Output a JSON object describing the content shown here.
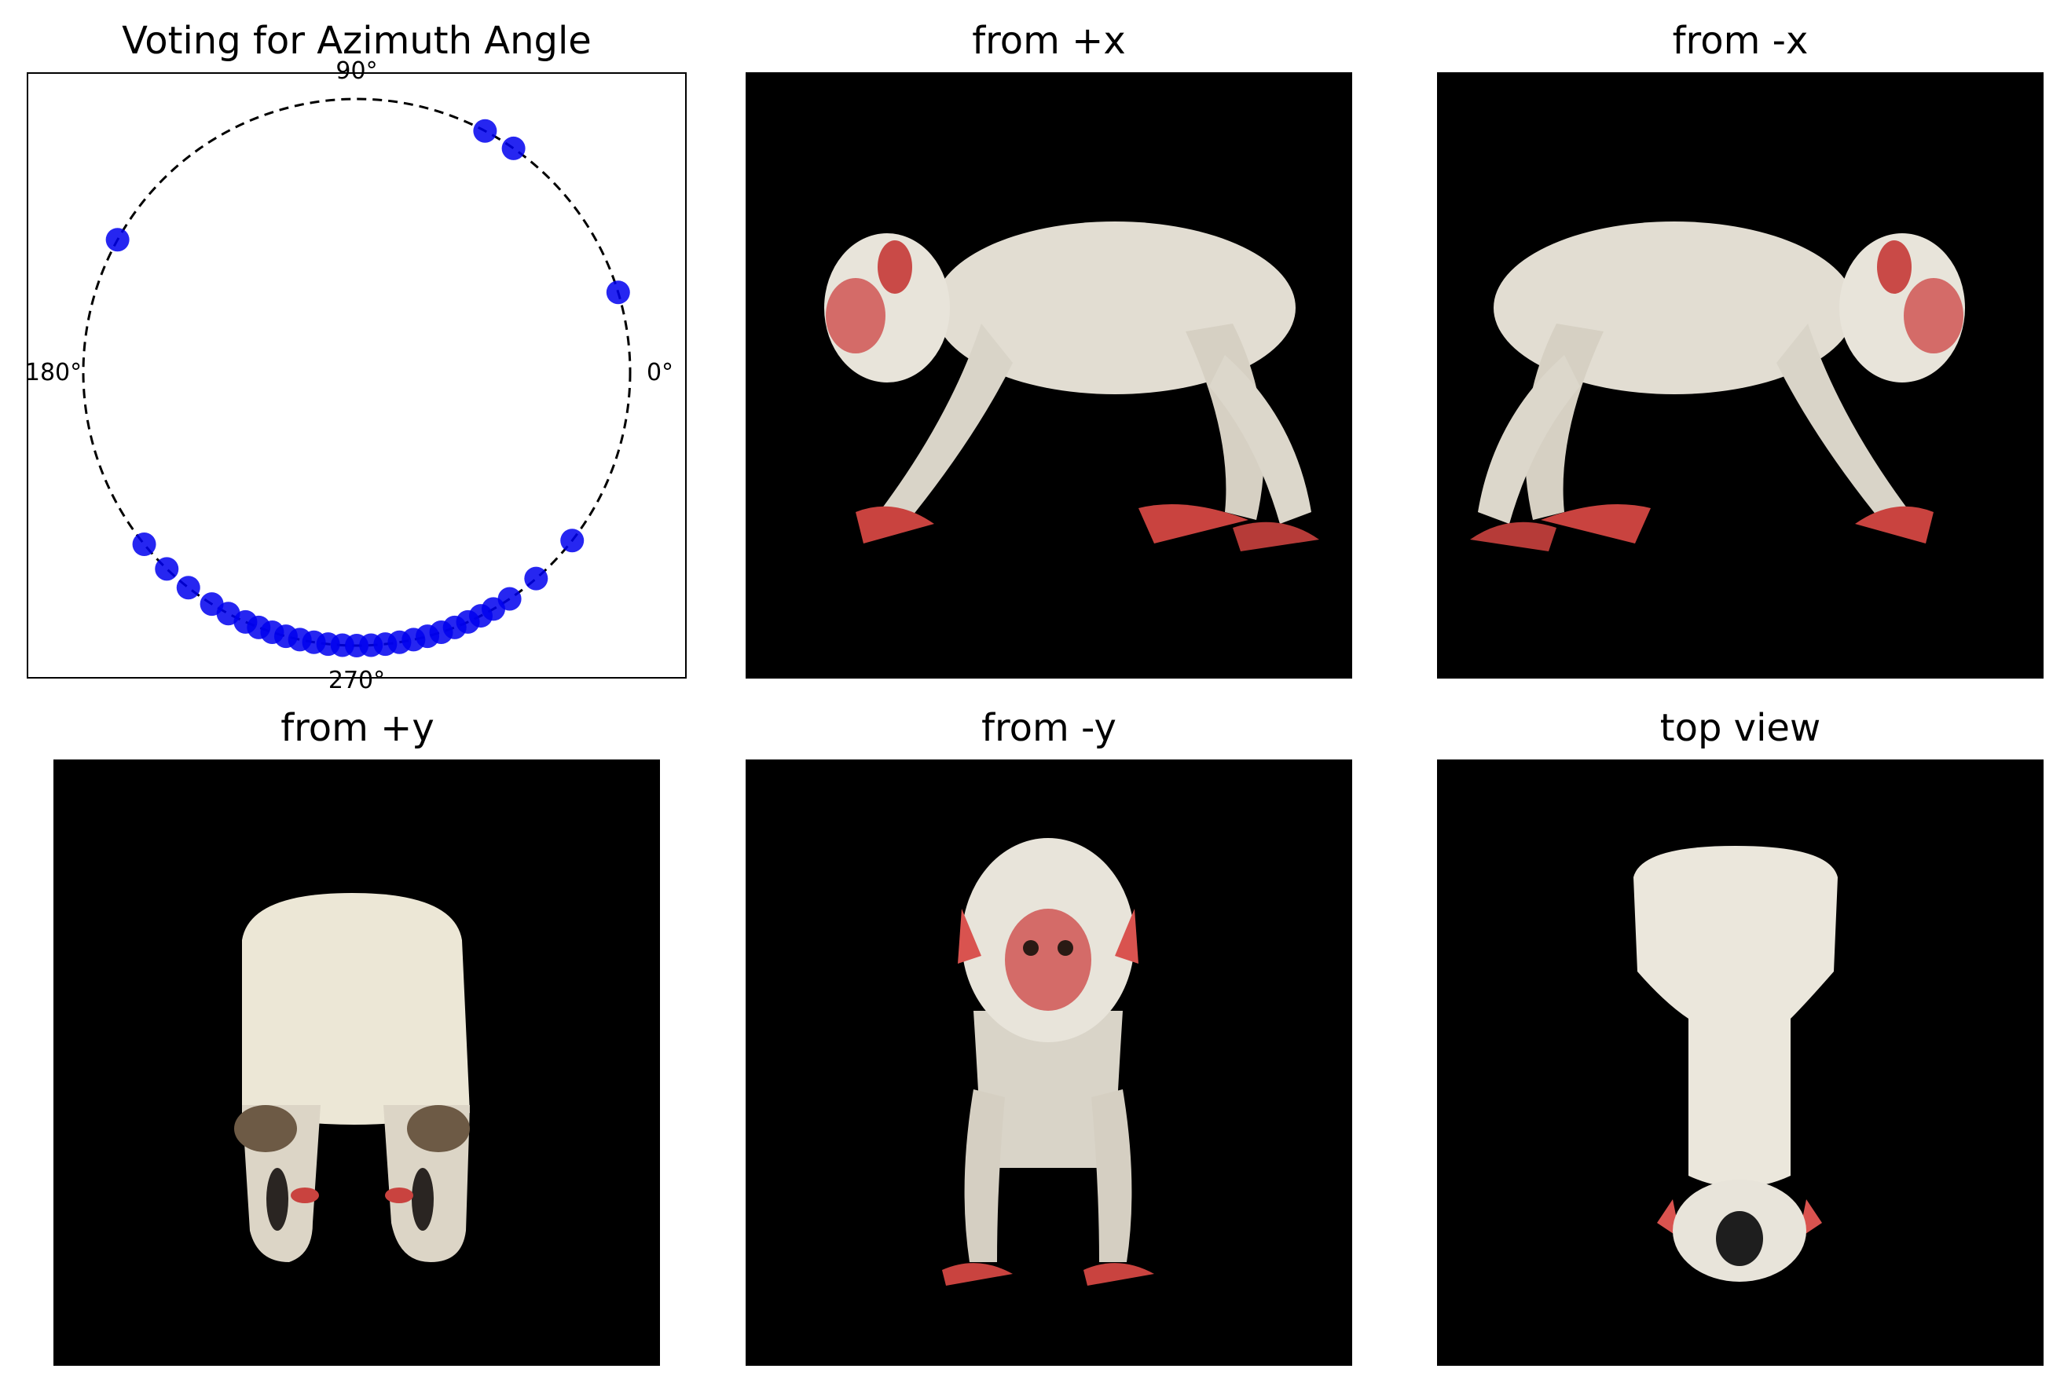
{
  "chart_data": {
    "type": "scatter",
    "projection": "polar",
    "title": "Voting for Azimuth Angle",
    "angle_labels": [
      {
        "deg": 0,
        "text": "0°"
      },
      {
        "deg": 90,
        "text": "90°"
      },
      {
        "deg": 180,
        "text": "180°"
      },
      {
        "deg": 270,
        "text": "270°"
      }
    ],
    "radius": 1,
    "circle_style": "dashed",
    "point_color": "#0000ee",
    "grid": false,
    "series": [
      {
        "azimuth_deg": [
          17,
          55,
          62,
          151,
          219,
          226,
          232,
          238,
          242,
          246,
          249,
          252,
          255,
          258,
          261,
          264,
          267,
          270,
          273,
          276,
          279,
          282,
          285,
          288,
          291,
          294,
          297,
          300,
          304,
          311,
          322
        ]
      }
    ]
  },
  "panels": [
    {
      "title": "from +x",
      "view": "side-left"
    },
    {
      "title": "from -x",
      "view": "side-right"
    },
    {
      "title": "from +y",
      "view": "back"
    },
    {
      "title": "from -y",
      "view": "front"
    },
    {
      "title": "top view",
      "view": "top"
    }
  ],
  "colors": {
    "background": "#000000",
    "fur": "#e6e1d6",
    "skin": "#d9534f"
  }
}
